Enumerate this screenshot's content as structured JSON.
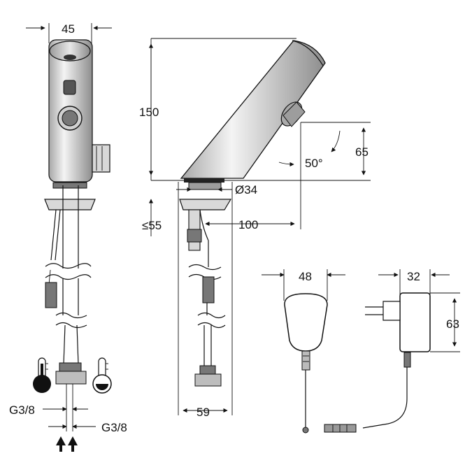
{
  "dimensions": {
    "front_width": "45",
    "height": "150",
    "sensor_height": "65",
    "spray_angle": "50°",
    "base_diameter": "Ø34",
    "clamping_depth": "≤55",
    "projection": "100",
    "base_width": "59",
    "thread_left": "G3/8",
    "thread_right": "G3/8",
    "module_width": "48",
    "adapter_width": "32",
    "adapter_height": "63"
  },
  "icons": {
    "hot_water": "thermometer-hot-icon",
    "cold_water": "thermometer-cold-icon",
    "supply_flow": "up-arrow-icon"
  }
}
